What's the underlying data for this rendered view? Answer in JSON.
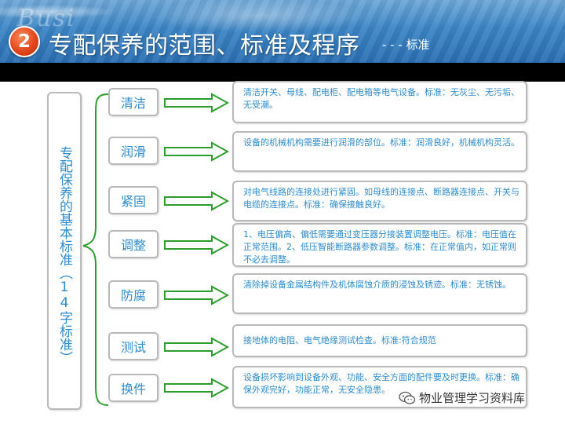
{
  "header": {
    "watermark_text": "Busi",
    "number": "2",
    "title": "专配保养的范围、标准及程序",
    "subtitle": "- - - 标准"
  },
  "left_label": "专配保养的基本标准（14字标准）",
  "items": [
    {
      "label": "清洁",
      "description": "清洁开关、母线、配电柜、配电箱等电气设备。标准：无灰尘、无污垢、无受潮。"
    },
    {
      "label": "润滑",
      "description": "设备的机械机构需要进行润滑的部位。标准：润滑良好，机械机构灵活。"
    },
    {
      "label": "紧固",
      "description": "对电气线路的连接处进行紧固。如母线的连接点、断路器连接点、开关与电缆的连接点。标准：确保接触良好。"
    },
    {
      "label": "调整",
      "description": "1、电压偏高、偏低需要通过变压器分接装置调整电压。标准：电压值在正常范围。2、低压智能断路器参数调整。标准：在正常值内，如正常则不必去调整。"
    },
    {
      "label": "防腐",
      "description": "清除掉设备金属结构件及机体腐蚀介质的浸蚀及锈迹。标准：无锈蚀。"
    },
    {
      "label": "测试",
      "description": "接地体的电阻、电气绝缘测试检查。标准:符合规范"
    },
    {
      "label": "换件",
      "description": "设备损坏影响到设备外观、功能、安全方面的配件要及时更换。标准：确保外观完好，功能正常，无安全隐患。"
    }
  ],
  "watermark": {
    "text": "物业管理学习资料库",
    "icon": "wechat-icon"
  },
  "colors": {
    "text_blue": "#2e8cd0",
    "arrow_green": "#2e9e2e",
    "header_blue": "#3c86c6",
    "badge_red": "#e2461d"
  }
}
